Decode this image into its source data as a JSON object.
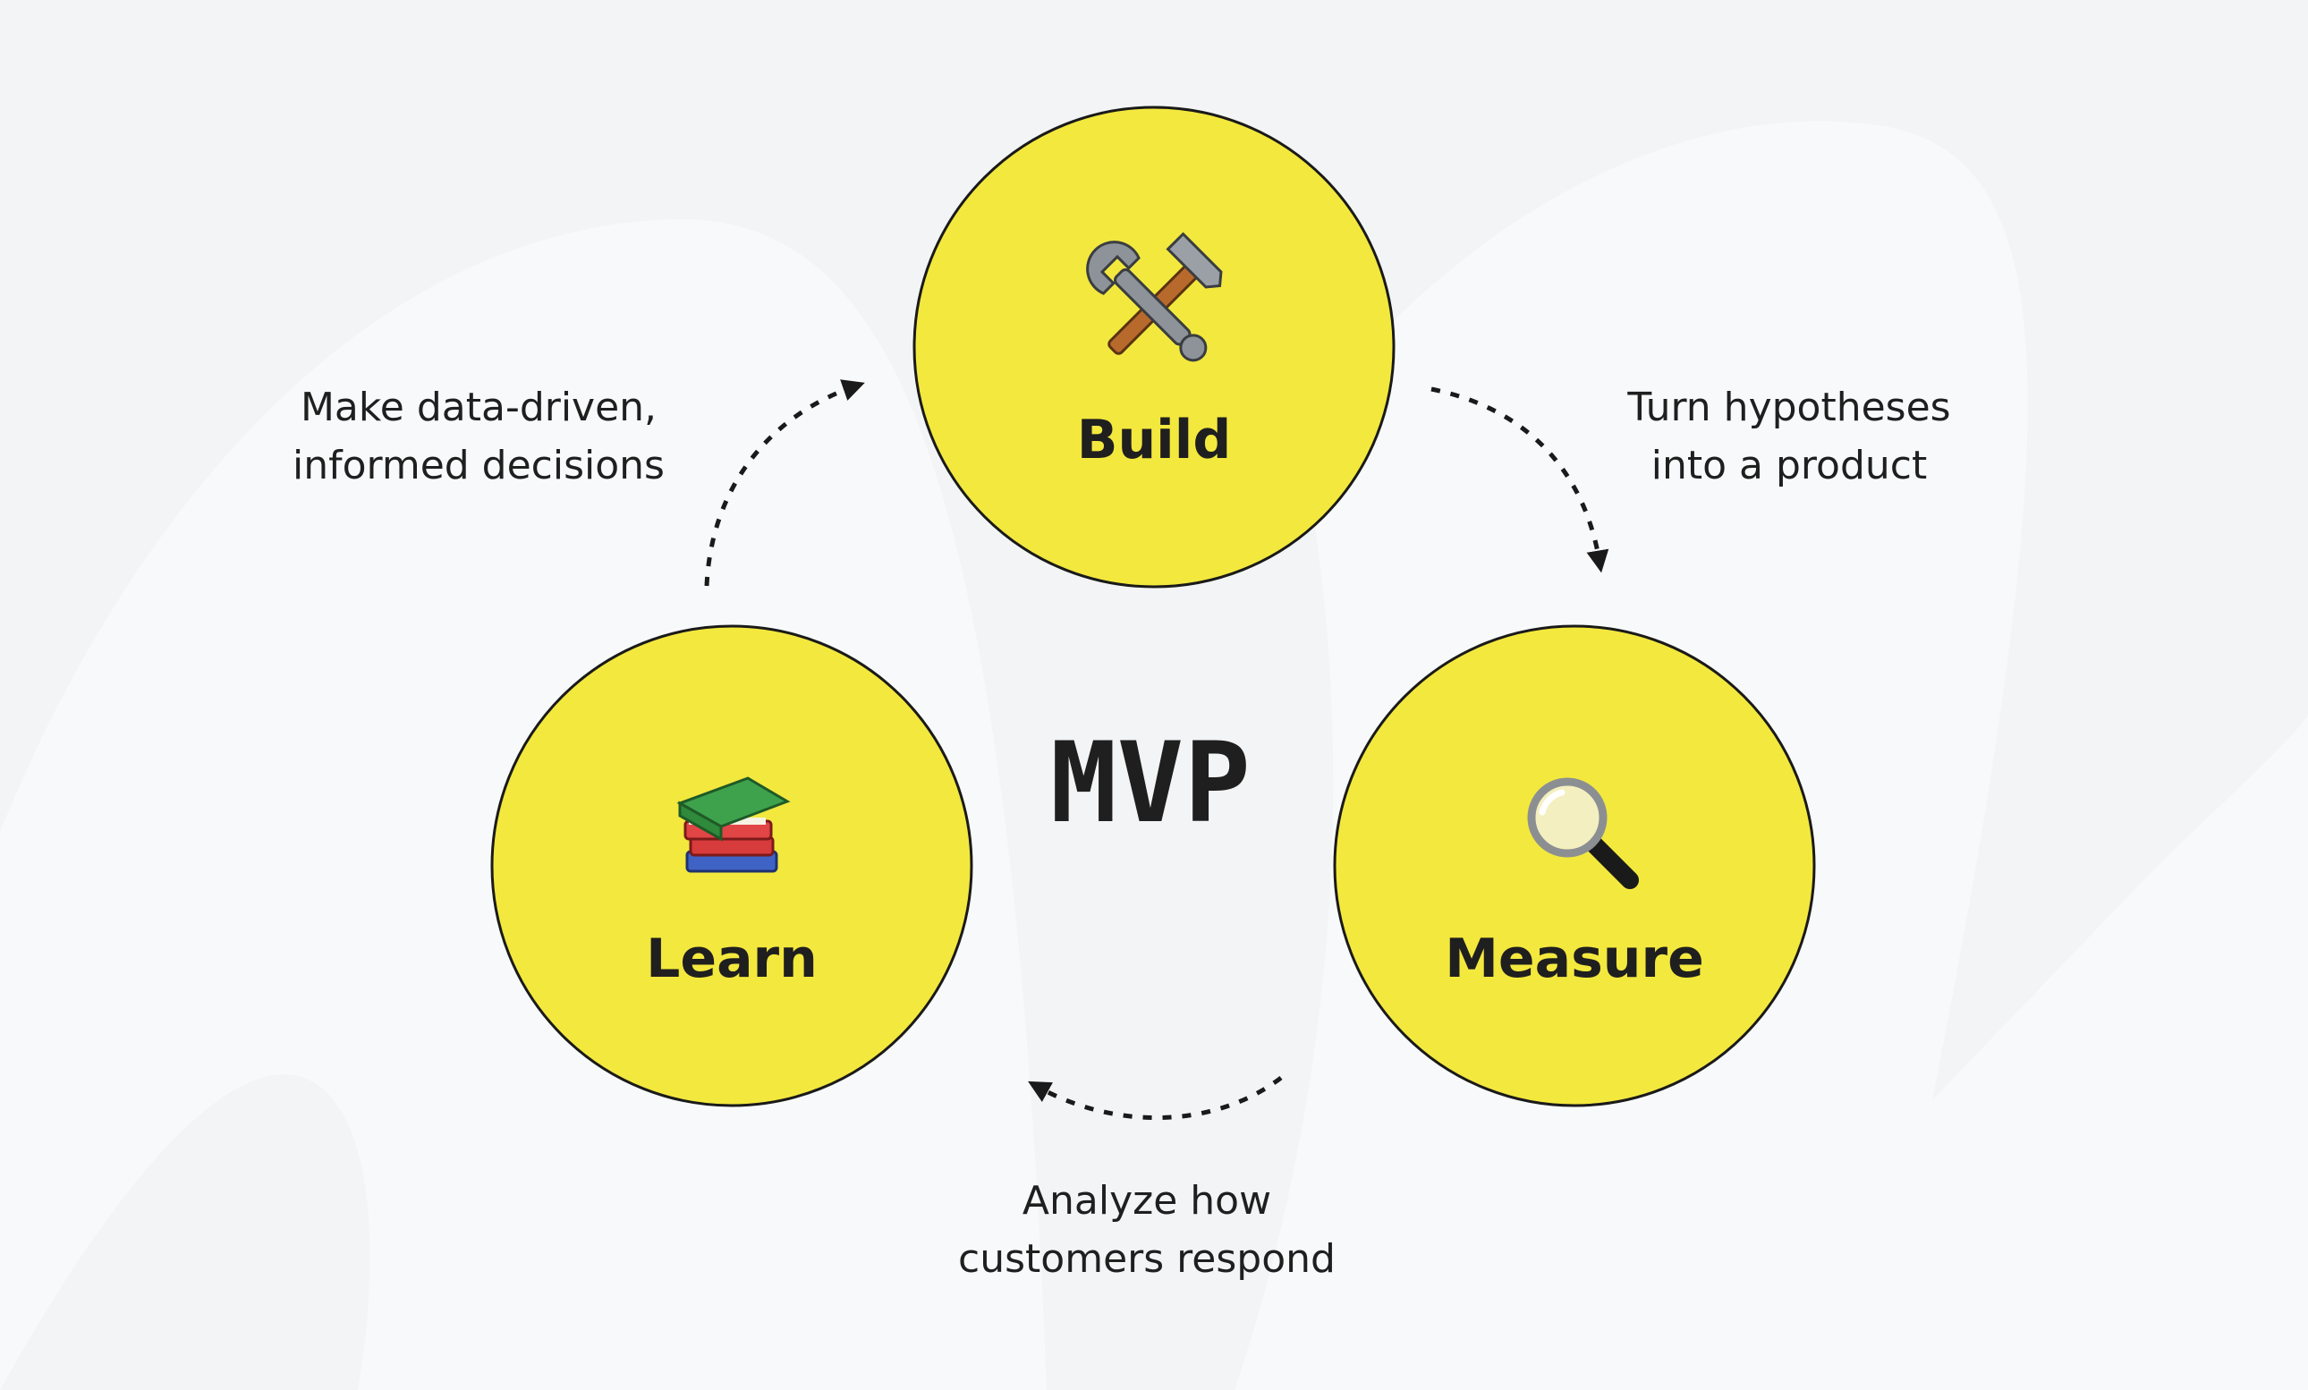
{
  "center_label": "MVP",
  "stages": [
    {
      "id": "build",
      "label": "Build",
      "icon": "hammer-and-wrench-icon"
    },
    {
      "id": "measure",
      "label": "Measure",
      "icon": "magnifying-glass-icon"
    },
    {
      "id": "learn",
      "label": "Learn",
      "icon": "books-icon"
    }
  ],
  "transitions": [
    {
      "from": "build",
      "to": "measure",
      "lines": [
        "Turn hypotheses",
        "into a product"
      ]
    },
    {
      "from": "measure",
      "to": "learn",
      "lines": [
        "Analyze how",
        "customers respond"
      ]
    },
    {
      "from": "learn",
      "to": "build",
      "lines": [
        "Make data-driven,",
        "informed decisions"
      ]
    }
  ],
  "colors": {
    "background": "#f3f4f5",
    "circle_fill": "#f3e83e",
    "outline": "#1a1a1a",
    "text": "#1f1f1f"
  }
}
